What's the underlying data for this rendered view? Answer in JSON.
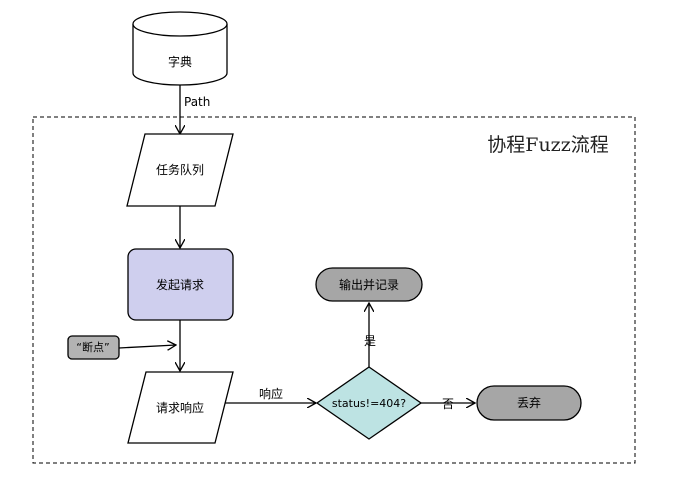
{
  "diagram": {
    "group_title": "协程Fuzz流程",
    "nodes": {
      "dictionary": "字典",
      "task_queue": "任务队列",
      "send_request": "发起请求",
      "breakpoint": "“断点”",
      "request_response": "请求响应",
      "status_check": "status!=404?",
      "output_record": "输出并记录",
      "discard": "丢弃"
    },
    "edge_labels": {
      "path": "Path",
      "response": "响应",
      "yes": "是",
      "no": "否"
    },
    "colors": {
      "process_fill": "#cfcfee",
      "decision_fill": "#bde3e3",
      "terminal_fill": "#a6a6a6",
      "breakpoint_fill": "#b3b3b3",
      "stroke": "#000000",
      "group_border": "#000000"
    }
  }
}
